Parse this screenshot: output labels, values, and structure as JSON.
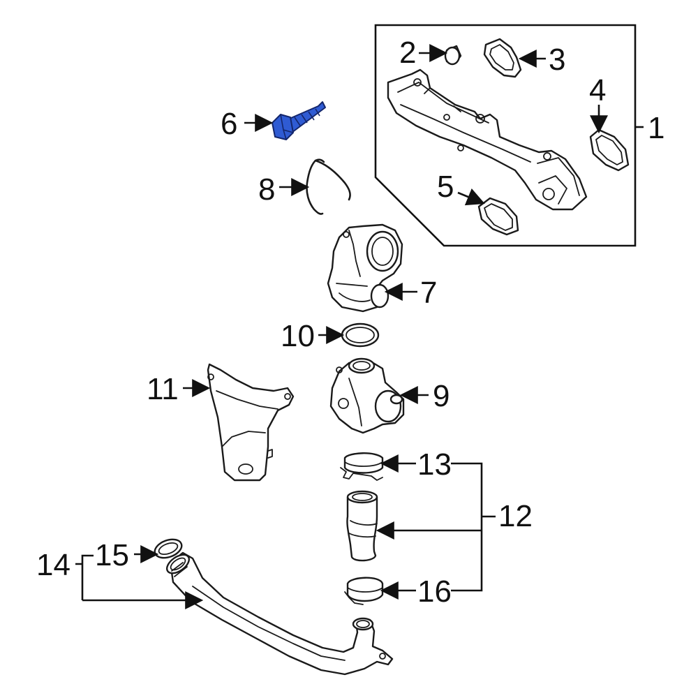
{
  "diagram": {
    "highlight_color": "#2f5bd3",
    "line_color": "#1a1a1a",
    "callouts": {
      "c1": "1",
      "c2": "2",
      "c3": "3",
      "c4": "4",
      "c5": "5",
      "c6": "6",
      "c7": "7",
      "c8": "8",
      "c9": "9",
      "c10": "10",
      "c11": "11",
      "c12": "12",
      "c13": "13",
      "c14": "14",
      "c15": "15",
      "c16": "16"
    },
    "highlighted_part": "6"
  }
}
